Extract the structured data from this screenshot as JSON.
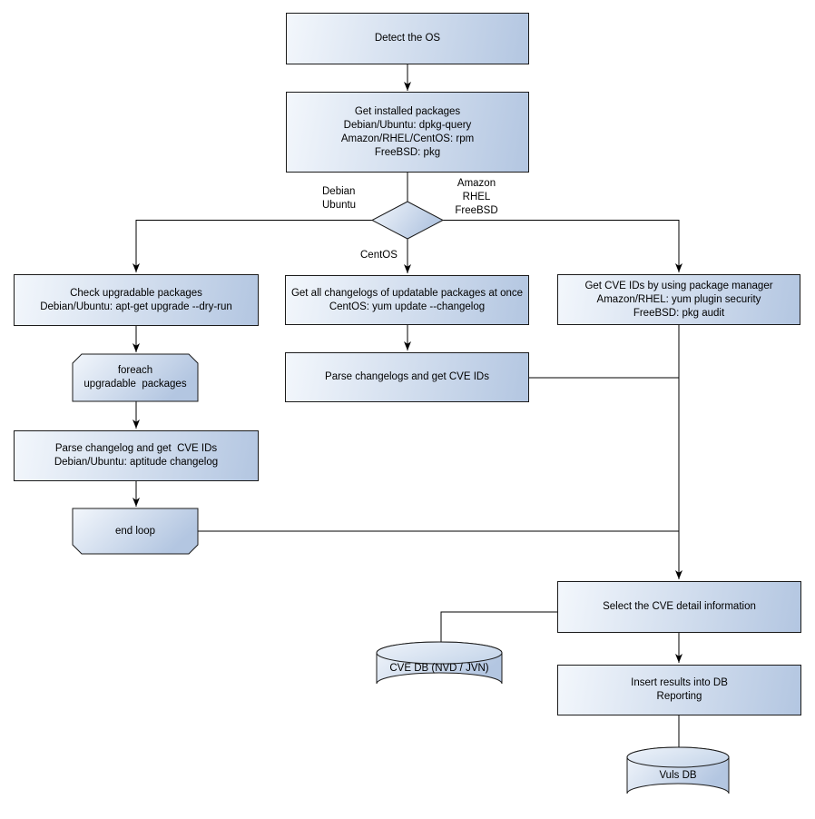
{
  "diagram": {
    "nodes": {
      "detect_os": "Detect the OS",
      "get_installed_packages": "Get installed packages\nDebian/Ubuntu: dpkg-query\nAmazon/RHEL/CentOS: rpm\nFreeBSD: pkg",
      "check_upgradable": "Check upgradable packages\nDebian/Ubuntu: apt-get upgrade --dry-run",
      "foreach_loop": "foreach\nupgradable  packages",
      "parse_changelog_left": "Parse changelog and get  CVE IDs\nDebian/Ubuntu: aptitude changelog",
      "end_loop": "end loop",
      "get_all_changelogs": "Get all changelogs of updatable packages at once\nCentOS: yum update --changelog",
      "parse_changelogs_mid": "Parse changelogs and get CVE IDs",
      "get_cve_ids_pkg_mgr": "Get CVE IDs by using package manager\nAmazon/RHEL: yum plugin security\nFreeBSD: pkg audit",
      "select_cve_detail": "Select the CVE detail information",
      "cve_db": "CVE DB (NVD / JVN)",
      "insert_results": "Insert results into DB\nReporting",
      "vuls_db": "Vuls DB"
    },
    "edge_labels": {
      "debian_ubuntu": "Debian\nUbuntu",
      "amazon_rhel_freebsd": "Amazon\nRHEL\nFreeBSD",
      "centos": "CentOS"
    },
    "colors": {
      "node_fill_light": "#f3f7fc",
      "node_fill_dark": "#b3c6e1",
      "cylinder_top_fill": "#dce6f3",
      "node_border": "#1b1b1b",
      "connector": "#000000",
      "text": "#000000",
      "background": "#ffffff"
    }
  }
}
